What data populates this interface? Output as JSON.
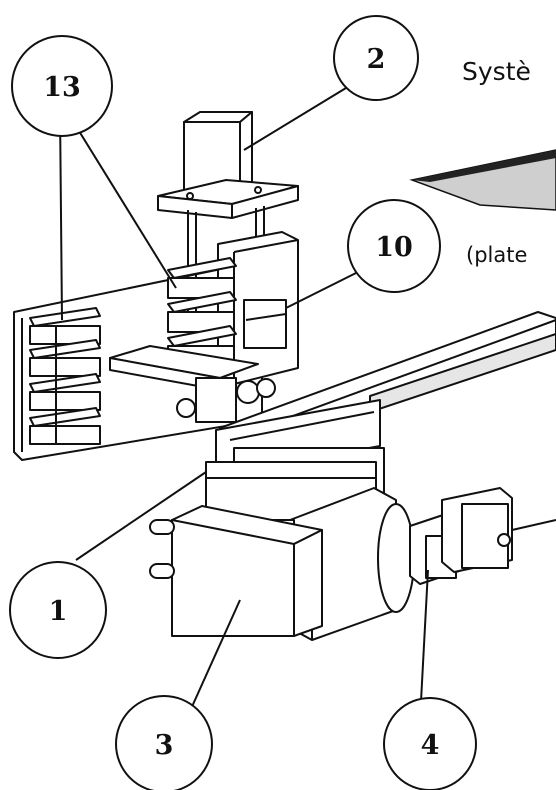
{
  "title": "Systè",
  "subtitle": "(plate",
  "callouts": [
    {
      "id": "c13",
      "label": "13"
    },
    {
      "id": "c2",
      "label": "2"
    },
    {
      "id": "c10",
      "label": "10"
    },
    {
      "id": "c1",
      "label": "1"
    },
    {
      "id": "c3",
      "label": "3"
    },
    {
      "id": "c4",
      "label": "4"
    }
  ],
  "colors": {
    "ink": "#111111",
    "paper": "#ffffff",
    "shade": "#d8d8d8"
  }
}
